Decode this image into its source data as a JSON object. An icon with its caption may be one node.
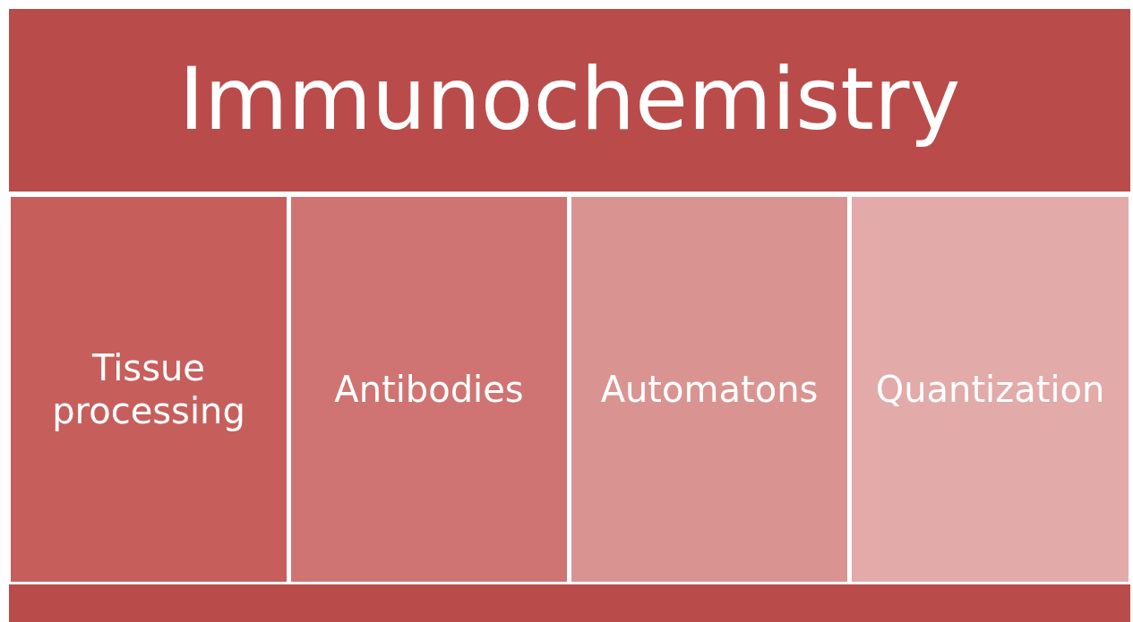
{
  "diagram": {
    "nodes": [
      {
        "text": [
          "Immunochemistry"
        ]
      },
      {
        "text": [
          "Tissue processing"
        ]
      },
      {
        "text": [
          "Antibodies"
        ]
      },
      {
        "text": [
          "Automatons"
        ]
      },
      {
        "text": [
          "Quantization"
        ]
      },
      {
        "text": [],
        "shape": "bar"
      }
    ]
  }
}
